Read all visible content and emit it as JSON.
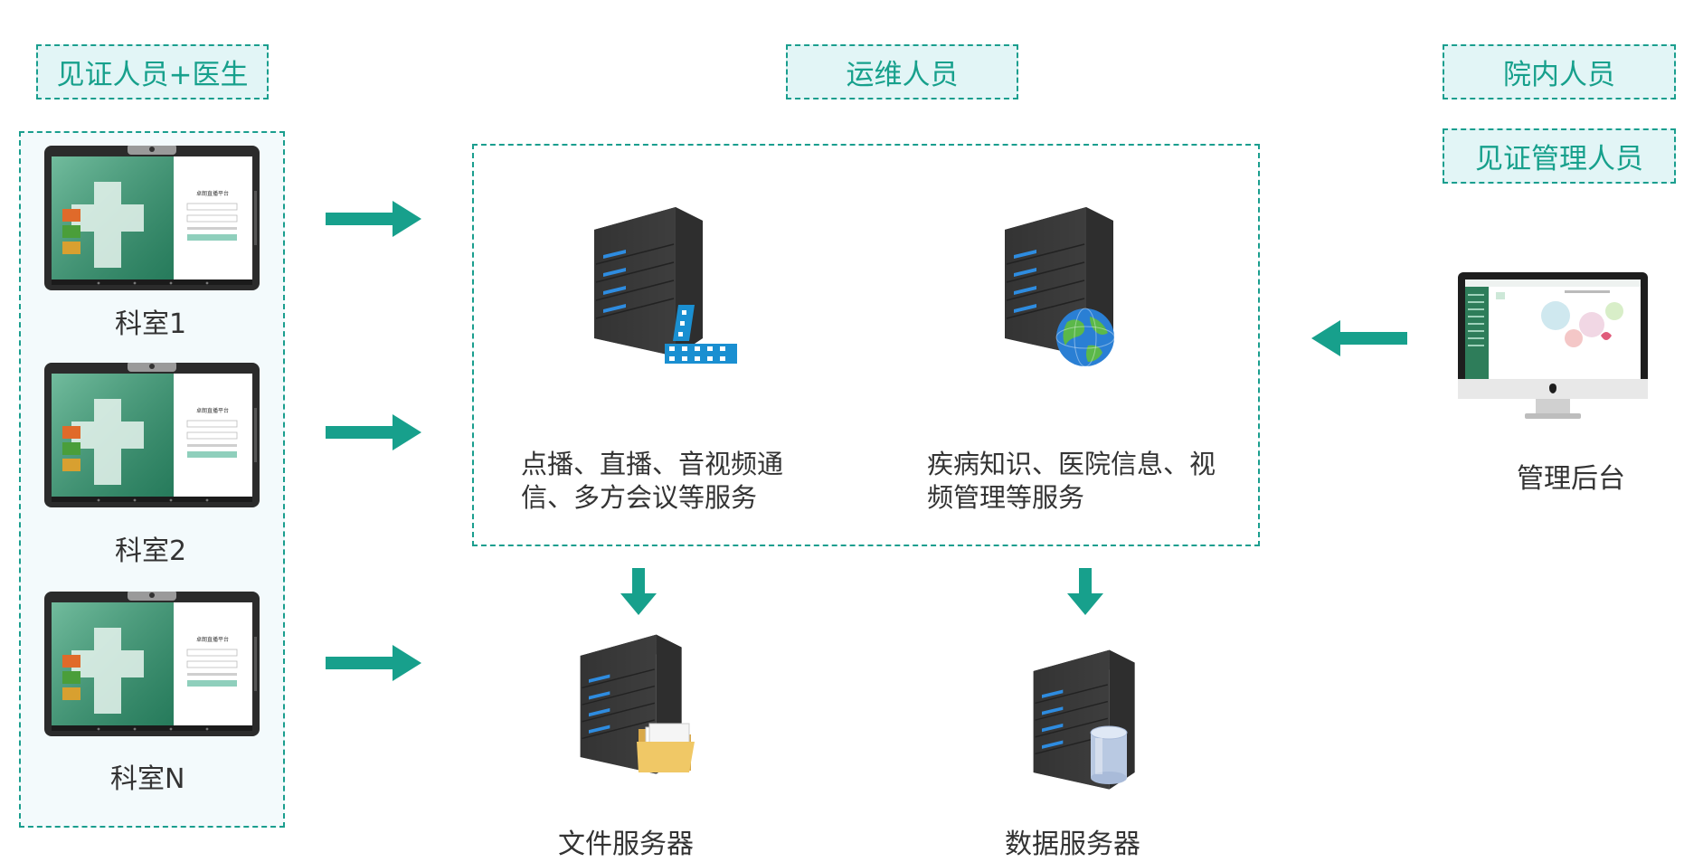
{
  "tags": {
    "witness_doctor": "见证人员+医生",
    "ops": "运维人员",
    "hospital_staff": "院内人员",
    "witness_admin": "见证管理人员"
  },
  "rooms": [
    "科室1",
    "科室2",
    "科室N"
  ],
  "services": {
    "streaming": "点播、直播、音视频通信、多方会议等服务",
    "knowledge": "疾病知识、医院信息、视频管理等服务"
  },
  "servers": {
    "file": "文件服务器",
    "data": "数据服务器"
  },
  "admin": {
    "label": "管理后台"
  },
  "colors": {
    "teal": "#17a08c",
    "tag_bg": "#e2f5f6",
    "server": "#3a3a3a",
    "led": "#2e8ce0"
  }
}
